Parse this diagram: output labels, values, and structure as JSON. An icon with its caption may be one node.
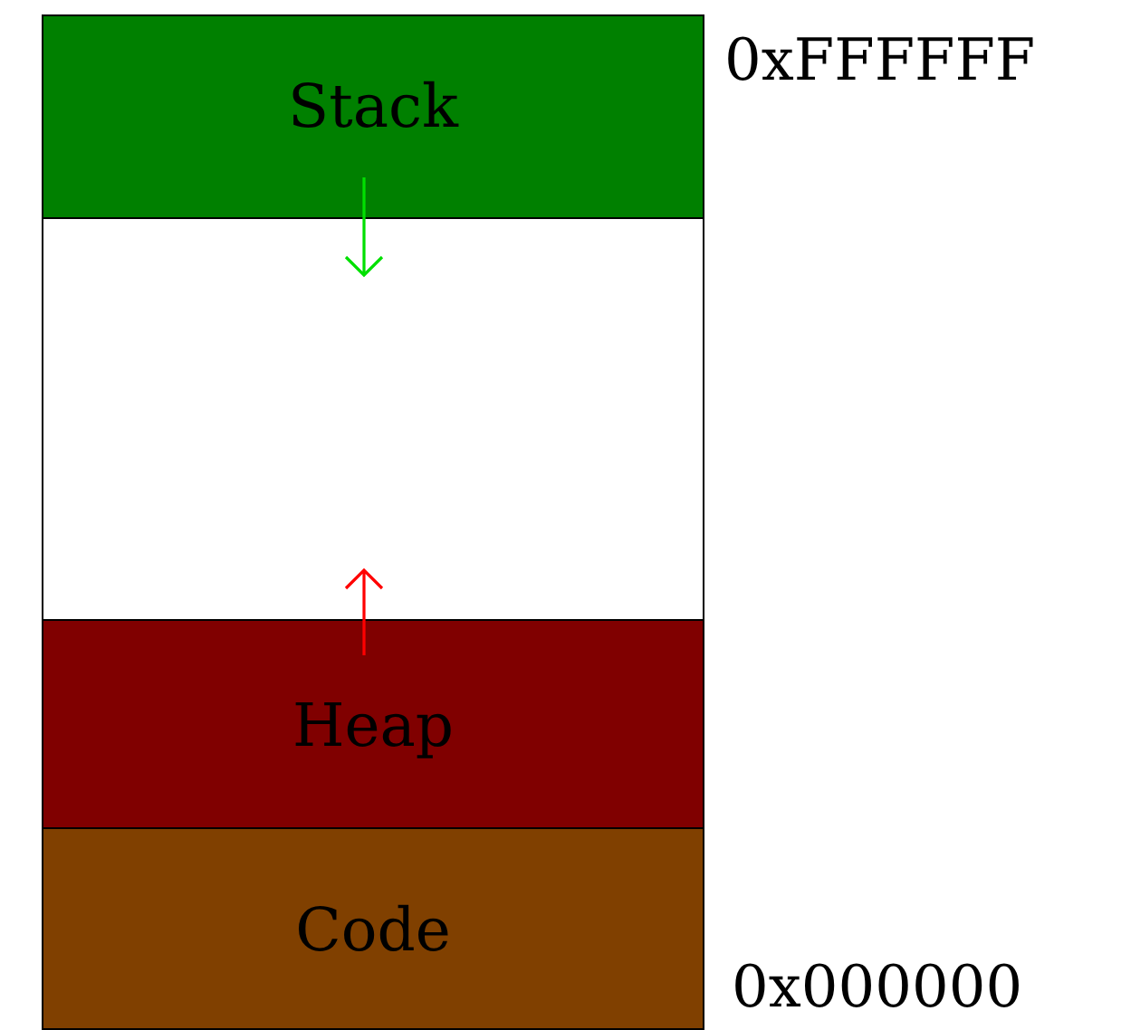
{
  "diagram": {
    "nodes": [
      {
        "text": [
          "Stack"
        ]
      },
      {
        "text": [],
        "shape": "box"
      },
      {
        "text": [
          "Heap"
        ]
      },
      {
        "text": [
          "Code"
        ]
      }
    ],
    "edges": [
      {
        "from": 0,
        "to": 1,
        "arrow": "to",
        "color": "#00e000"
      },
      {
        "from": 2,
        "to": 1,
        "arrow": "to",
        "color": "#ff0000"
      }
    ],
    "labels": [
      "0xFFFFFF",
      "0x000000"
    ]
  }
}
